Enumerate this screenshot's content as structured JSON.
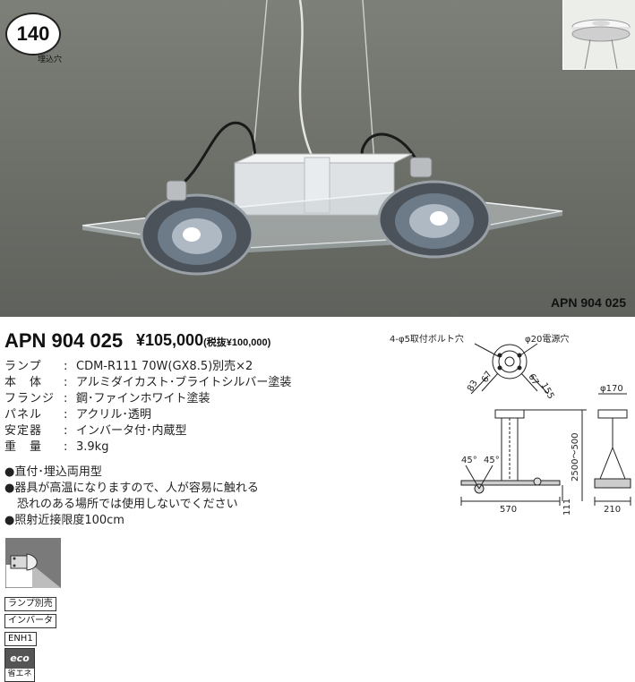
{
  "badge": {
    "value": "140",
    "caption": "埋込穴"
  },
  "photo_caption": "APN 904 025",
  "model": "APN 904 025",
  "price": {
    "main": "¥105,000",
    "tax_note": "(税抜¥100,000)"
  },
  "specs": [
    {
      "label": "ランプ",
      "value": "CDM-R111 70W(GX8.5)別売×2"
    },
    {
      "label": "本　体",
      "value": "アルミダイカスト･ブライトシルバー塗装"
    },
    {
      "label": "フランジ",
      "value": "鋼･ファインホワイト塗装"
    },
    {
      "label": "パネル",
      "value": "アクリル･透明"
    },
    {
      "label": "安定器",
      "value": "インバータ付･内蔵型"
    },
    {
      "label": "重　量",
      "value": "3.9kg"
    }
  ],
  "notes": [
    "●直付･埋込両用型",
    "●器具が高温になりますので、人が容易に触れる",
    "恐れのある場所では使用しないでください",
    "●照射近接限度100cm"
  ],
  "tags": [
    "ランプ別売",
    "インバータ",
    "ENH1"
  ],
  "eco": {
    "top": "eco",
    "bottom": "省エネ"
  },
  "diagram": {
    "bolt_holes": "4-φ5取付ボルト穴",
    "power_hole": "φ20電源穴",
    "dim_67a": "67",
    "dim_67b": "67",
    "dim_83": "83",
    "dim_155": "155",
    "dim_phi170": "φ170",
    "angle_left": "45°",
    "angle_right": "45°",
    "dim_height": "2500～500",
    "dim_570": "570",
    "dim_111": "111",
    "dim_210": "210"
  },
  "colors": {
    "photo_bg": "#6f726b",
    "panel": "#d8dde0",
    "reflector": "#5b6470"
  }
}
